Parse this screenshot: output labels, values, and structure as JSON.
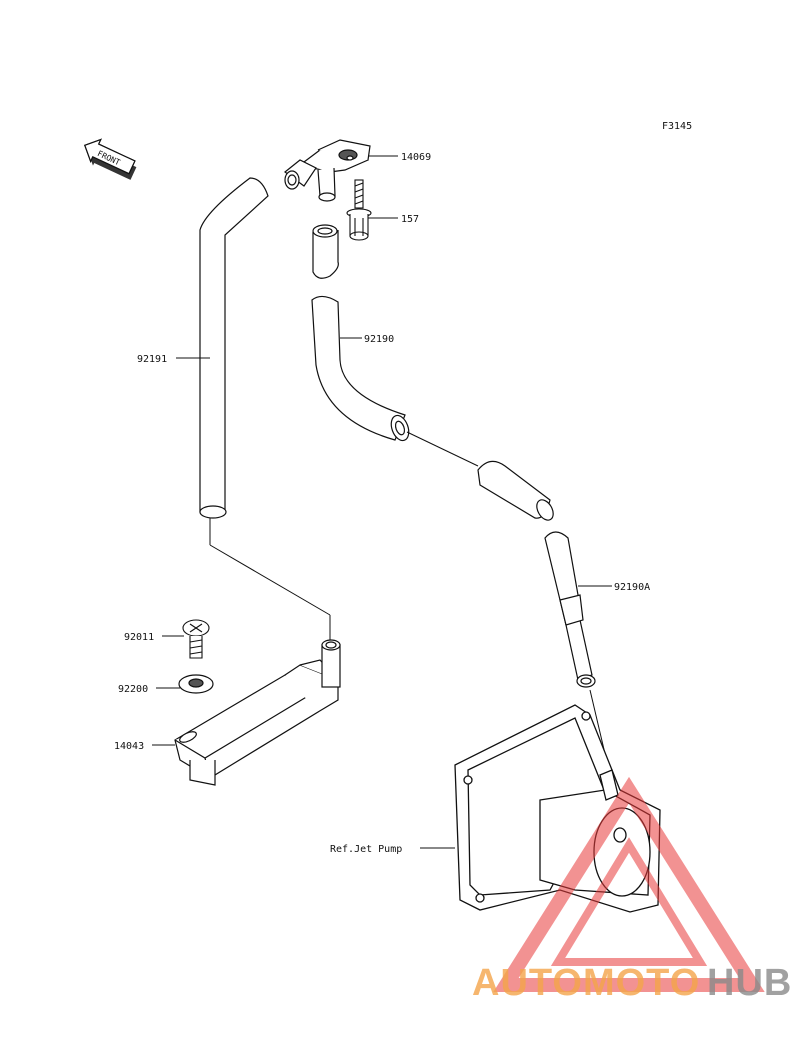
{
  "figure_code": "F3145",
  "front_indicator": "FRONT",
  "labels": {
    "p14069": "14069",
    "p157": "157",
    "p92190": "92190",
    "p92191": "92191",
    "p92190A": "92190A",
    "p92011": "92011",
    "p92200": "92200",
    "p14043": "14043",
    "ref_jet_pump": "Ref.Jet Pump"
  },
  "watermark": {
    "part1": "AUTOMOTO",
    "part2": "HUB",
    "color1": "#f4a54a",
    "color2": "#8a8a8a",
    "logo_color": "#e83a3a"
  },
  "icons": [
    "front-arrow-icon"
  ]
}
